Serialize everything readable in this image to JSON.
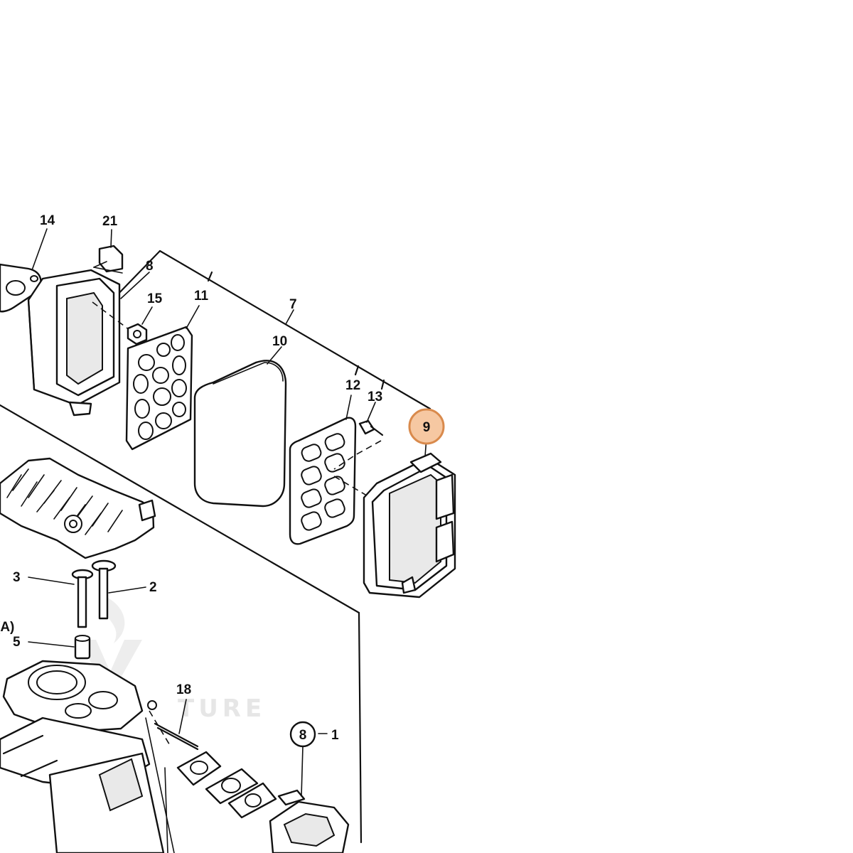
{
  "callouts": {
    "c14": "14",
    "c21": "21",
    "c8": "8",
    "c15": "15",
    "c11": "11",
    "c7": "7",
    "c10": "10",
    "c12": "12",
    "c13": "13",
    "c9": "9",
    "c3": "3",
    "c2": "2",
    "cA": "(A)",
    "c5": "5",
    "c18": "18",
    "c8b": "8",
    "c1": "1"
  },
  "watermark": {
    "text": "TURE"
  },
  "highlight": {
    "color": "#f6c8a2",
    "border": "#d98a4c"
  }
}
